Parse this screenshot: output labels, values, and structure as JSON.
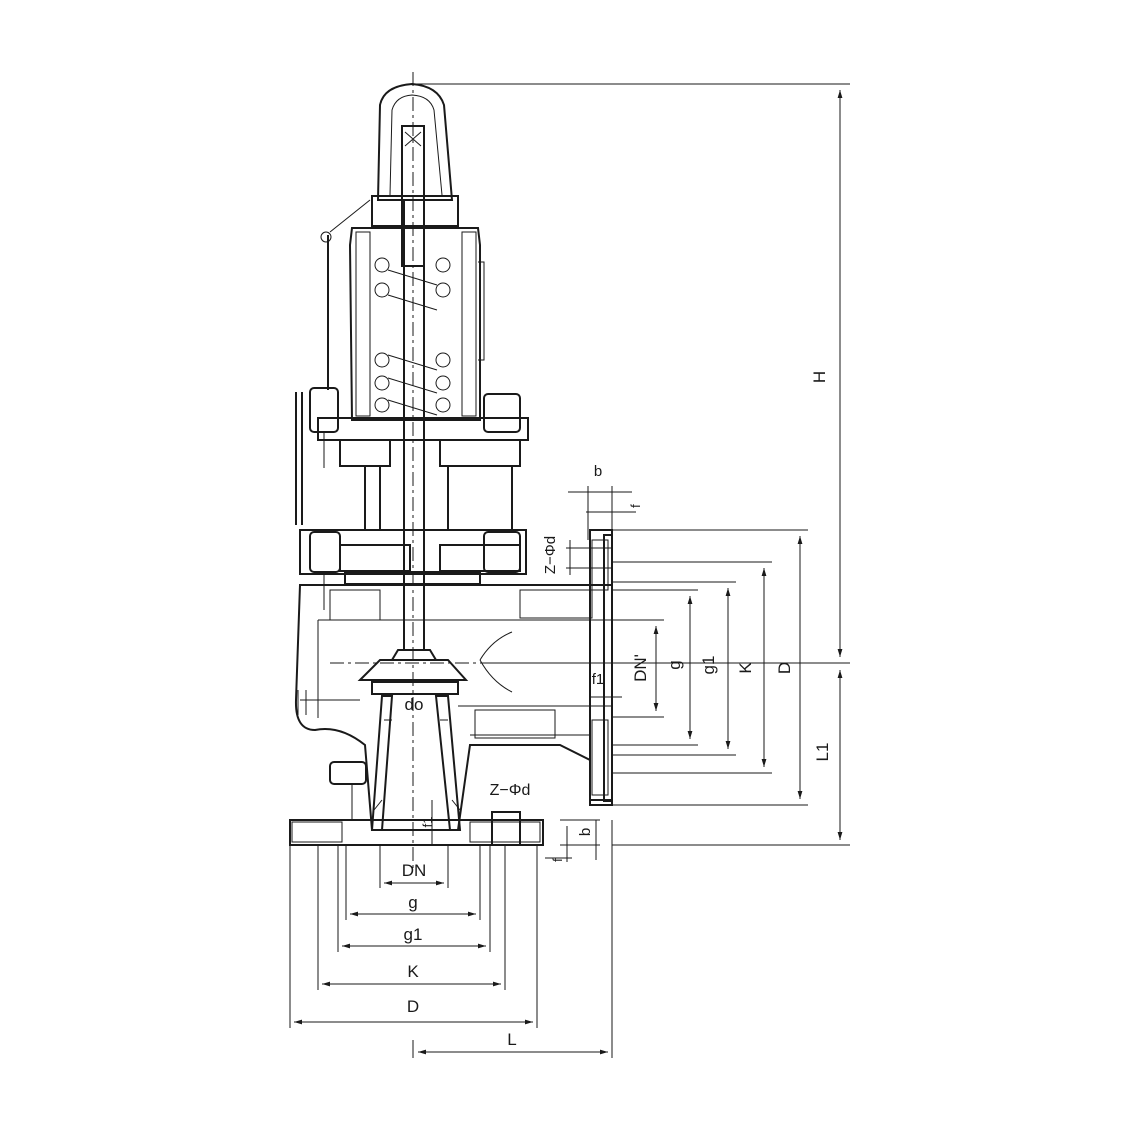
{
  "labels": {
    "H": "H",
    "L1": "L1",
    "L": "L",
    "b_top": "b",
    "f_top": "f",
    "zd_side": "Z−Φd",
    "D_side": "D",
    "K_side": "K",
    "g1_side": "g1",
    "g_side": "g",
    "dn_prime": "DN'",
    "f1_side": "f1",
    "do": "do",
    "zd_bottom": "Z−Φd",
    "f1_bottom": "f1",
    "b_bottom": "b",
    "f_bottom": "f",
    "DN": "DN",
    "g_bottom": "g",
    "g1_bottom": "g1",
    "K_bottom": "K",
    "D_bottom": "D"
  }
}
